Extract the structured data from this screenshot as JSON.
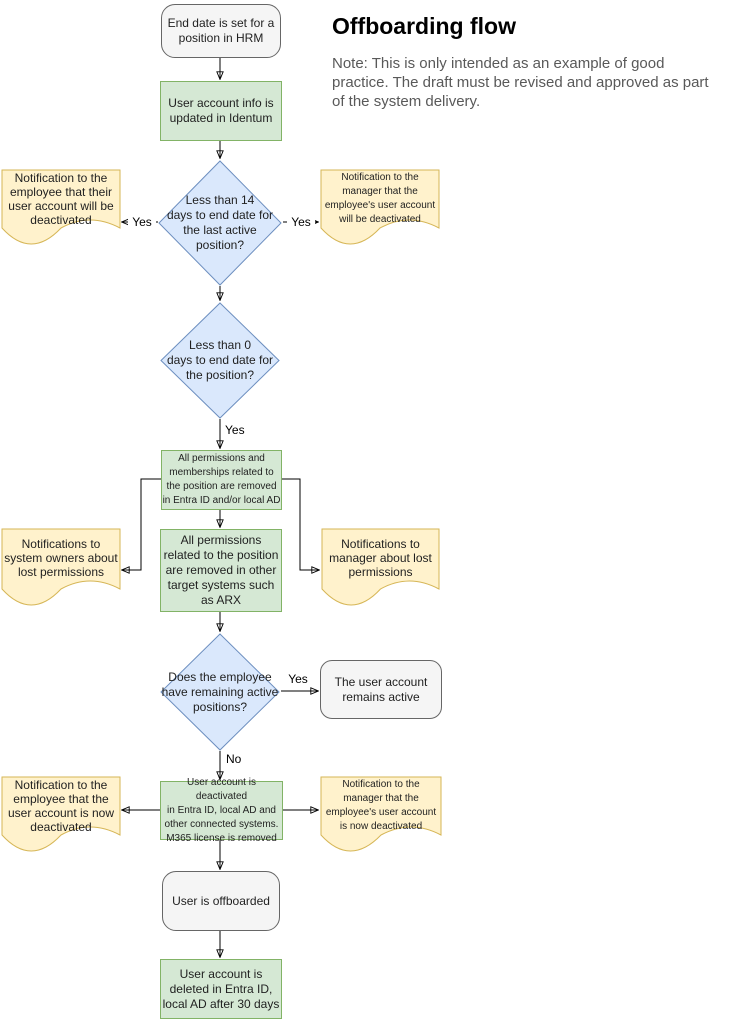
{
  "header": {
    "title": "Offboarding flow",
    "note": "Note: This is only intended as an example of good\npractice. The draft must be revised and approved as part\nof the system delivery."
  },
  "nodes": {
    "start": {
      "label": "End date is set for a\nposition in HRM"
    },
    "identum": {
      "label": "User account info is\nupdated in Identum"
    },
    "d14": {
      "label": "Less than 14\ndays to end date for\nthe last active\nposition?"
    },
    "note_emp_will": {
      "label": "Notification to the\nemployee that their\nuser account will be\ndeactivated"
    },
    "note_mgr_will": {
      "label": "Notification to the\nmanager that the\nemployee's user account\nwill be deactivated"
    },
    "d0": {
      "label": "Less than 0\ndays to end date for\nthe position?"
    },
    "perm_ad": {
      "label": "All permissions and\nmemberships related to\nthe position are removed\nin Entra ID and/or local AD"
    },
    "note_sysowners": {
      "label": "Notifications to\nsystem owners about\nlost permissions"
    },
    "note_mgr_lost": {
      "label": "Notifications to\nmanager about lost\npermissions"
    },
    "perm_other": {
      "label": "All permissions\nrelated to the position\nare removed in other\ntarget systems such\nas ARX"
    },
    "d_remaining": {
      "label": "Does the employee\nhave remaining active\npositions?"
    },
    "remains_active": {
      "label": "The user account\nremains active"
    },
    "deactivated": {
      "label": "User account is deactivated\nin Entra ID, local AD and\nother connected systems.\nM365 license is removed"
    },
    "note_emp_now": {
      "label": "Notification to the\nemployee that the\nuser account is now\ndeactivated"
    },
    "note_mgr_now": {
      "label": "Notification to the\nmanager that the\nemployee's user account\nis now deactivated"
    },
    "offboarded": {
      "label": "User is offboarded"
    },
    "deleted": {
      "label": "User account is\ndeleted in Entra ID,\nlocal AD after 30 days"
    }
  },
  "edge_labels": {
    "d14_left": "Yes",
    "d14_right": "Yes",
    "d0_down": "Yes",
    "remaining_right": "Yes",
    "remaining_down": "No"
  },
  "colors": {
    "green_fill": "#d5e8d4",
    "green_stroke": "#82b366",
    "blue_fill": "#dae8fc",
    "blue_stroke": "#6c8ebf",
    "yellow_fill": "#fff2cc",
    "yellow_stroke": "#d6b656",
    "gray_fill": "#f5f5f5",
    "gray_stroke": "#666666"
  }
}
